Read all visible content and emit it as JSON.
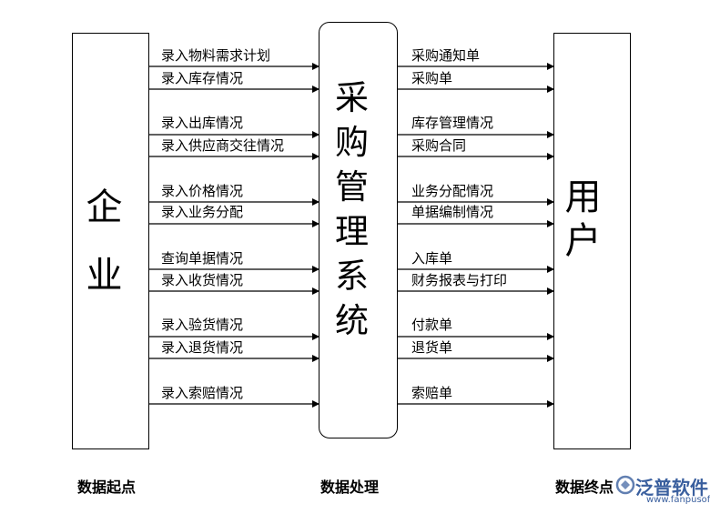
{
  "left_box": {
    "chars": [
      "企",
      "业"
    ]
  },
  "center_box": {
    "chars": [
      "采",
      "购",
      "管",
      "理",
      "系",
      "统"
    ]
  },
  "right_box": {
    "chars": [
      "用",
      "户"
    ]
  },
  "left_labels": [
    "录入物料需求计划",
    "录入库存情况",
    "录入出库情况",
    "录入供应商交往情况",
    "录入价格情况",
    "录入业务分配",
    "查询单据情况",
    "录入收货情况",
    "录入验货情况",
    "录入退货情况",
    "录入索赔情况"
  ],
  "right_labels": [
    "采购通知单",
    "采购单",
    "库存管理情况",
    "采购合同",
    "业务分配情况",
    "单据编制情况",
    "入库单",
    "财务报表与打印",
    "付款单",
    "退货单",
    "索赔单"
  ],
  "bottom": {
    "left": "数据起点",
    "center": "数据处理",
    "right": "数据终点"
  },
  "watermark": {
    "name": "泛普软件",
    "url": "www.fanpusoft.com"
  }
}
